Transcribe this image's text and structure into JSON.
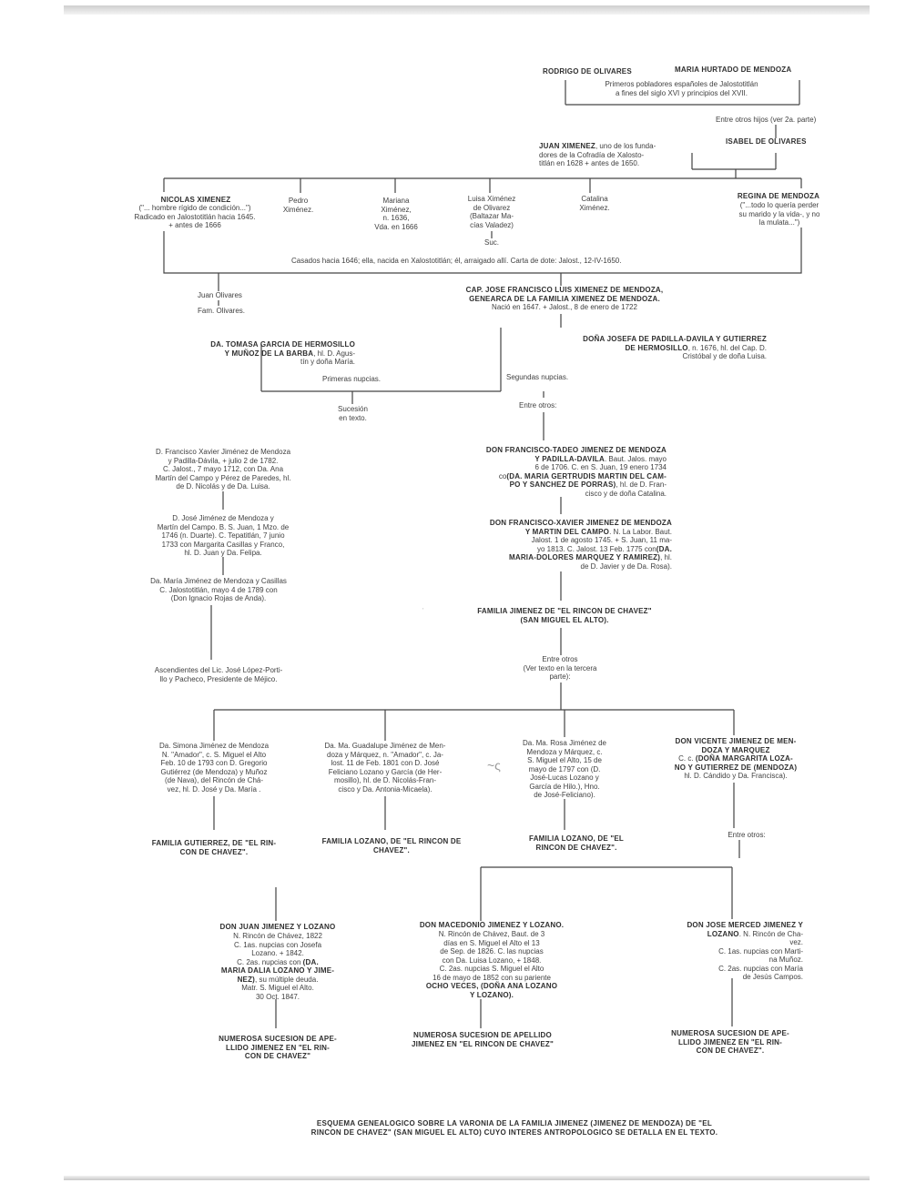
{
  "founders": {
    "rodrigo": "RODRIGO DE OLIVARES",
    "maria": "MARIA HURTADO DE MENDOZA",
    "note": "Primeros pobladores españoles de Jalostotitlán\na fines del siglo XVI y principios del XVII."
  },
  "entre_hijos": "Entre otros hijos (ver 2a. parte)",
  "juan_ximenez": {
    "name": "JUAN XIMENEZ",
    "desc": ", uno de los funda-\ndores de la Cofradía de Xalosto-\ntitlán en 1628 + antes de 1650."
  },
  "isabel": "ISABEL DE OLIVARES",
  "gen2": {
    "nicolas_name": "NICOLAS XIMENEZ",
    "nicolas_desc": "(\"... hombre rígido de condición...\")\nRadicado en Jalostotitlán hacia 1645.\n+ antes de 1666",
    "pedro": "Pedro\nXiménez.",
    "mariana": "Mariana\nXiménez,\nn. 1636,\nVda. en 1666",
    "luisa": "Luisa Ximénez\nde Olivarez\n(Baltazar Ma-\ncías Valadez)",
    "luisa_suc": "Suc.",
    "catalina": "Catalina\nXiménez.",
    "regina_name": "REGINA DE MENDOZA",
    "regina_desc": "(\"...todo lo quería perder\nsu marido y la vida-, y no\nla mulata...\")"
  },
  "casados": "Casados hacia 1646; ella, nacida en Xalostotitlán; él, arraigado allí. Carta de dote: Jalost., 12-IV-1650.",
  "juan_olivares": "Juan Olivares",
  "fam_olivares": "Fam. Olivares.",
  "cap": {
    "name": "CAP. JOSE FRANCISCO LUIS XIMENEZ DE MENDOZA,\nGENEARCA DE LA FAMILIA XIMENEZ DE MENDOZA.",
    "desc": "Nació en 1647. + Jalost., 8 de enero de 1722"
  },
  "tomasa": {
    "name": "DA. TOMASA GARCIA DE HERMOSILLO\nY MUÑOZ DE LA BARBA",
    "desc": ", hl. D. Agus-\ntín y doña María."
  },
  "josefa": {
    "name": "DOÑA JOSEFA DE PADILLA-DAVILA Y GUTIERREZ\nDE HERMOSILLO",
    "desc": ", n. 1676, hl. del Cap. D.\nCristóbal y de doña Luisa."
  },
  "primeras": "Primeras nupcias.",
  "segundas": "Segundas nupcias.",
  "sucesion": "Sucesión\nen texto.",
  "entre_otros_1": "Entre otros:",
  "left_line": {
    "fx": "D. Francisco Xavier Jiménez de Mendoza\ny Padilla-Dávila, + julio 2 de 1782.\nC. Jalost., 7 mayo 1712, con Da. Ana\nMartín del Campo y Pérez de Paredes, hl.\nde D. Nicolás y de Da. Luisa.",
    "jose": "D. José Jiménez de Mendoza y\nMartín del Campo. B. S. Juan, 1 Mzo. de\n1746 (n. Duarte). C. Tepatitlán, 7 junio\n1733 con Margarita Casillas y Franco,\nhl. D. Juan y Da. Felipa.",
    "maria": "Da. María Jiménez de Mendoza y Casillas\nC. Jalostotitlán, mayo 4 de 1789 con\n(Don Ignacio Rojas de Anda).",
    "asc": "Ascendientes del Lic. José López-Porti-\nllo y Pacheco, Presidente de Méjico."
  },
  "right_line": {
    "ft_name": "DON FRANCISCO-TADEO JIMENEZ DE MENDOZA\nY PADILLA-DAVILA",
    "ft_desc": ". Baut. Jalos. mayo\n6 de 1706. C. en S. Juan, 19 enero 1734\nco",
    "ft_spouse": "(DA. MARIA GERTRUDIS MARTIN DEL CAM-\nPO Y SANCHEZ DE PORRAS)",
    "ft_tail": ", hl. de D. Fran-\ncisco y de doña Catalina.",
    "fxm_name": "DON FRANCISCO-XAVIER JIMENEZ DE MENDOZA\nY MARTIN DEL CAMPO",
    "fxm_desc": ". N. La Labor. Baut.\nJalost. 1 de agosto 1745. + S. Juan, 11 ma-\nyo 1813. C. Jalost. 13 Feb. 1775 con",
    "fxm_spouse": "(DA.\nMARIA-DOLORES MARQUEZ Y RAMIREZ)",
    "fxm_tail": ", hl.\nde D. Javier y de Da. Rosa).",
    "familia": "FAMILIA JIMENEZ DE \"EL RINCON DE CHAVEZ\"\n(SAN MIGUEL EL ALTO).",
    "entre_otros": "Entre otros\n(Ver texto en la tercera\nparte):"
  },
  "row4": {
    "simona": "Da. Simona Jiménez de Mendoza\nN. \"Amador\", c. S. Miguel el Alto\nFeb. 10 de 1793 con D. Gregorio\nGutiérrez (de Mendoza) y Muñoz\n(de Nava), del Rincón de Chá-\nvez, hl. D. José y Da. María .",
    "guadalupe": "Da. Ma. Guadalupe Jiménez de Men-\ndoza y Márquez, n. \"Amador\", c. Ja-\nlost. 11 de Feb. 1801 con D. José\nFeliciano Lozano y García (de Her-\nmosillo), hl. de D. Nicolás-Fran-\ncisco y Da. Antonia-Micaela).",
    "rosa": "Da. Ma. Rosa Jiménez de\nMendoza y Márquez, c.\nS. Miguel el Alto, 15 de\nmayo de 1797 con (D.\nJosé-Lucas Lozano y\nGarcía de Hilo.), Hno.\nde José-Feliciano).",
    "vicente_name": "DON VICENTE JIMENEZ DE MEN-\nDOZA Y MARQUEZ",
    "vicente_mid": "C. c.",
    "vicente_spouse": "(DOÑA MARGARITA LOZA-\nNO Y GUTIERREZ DE (MENDOZA)",
    "vicente_tail": "hl. D. Cándido y Da. Francisca).",
    "fam_gutierrez": "FAMILIA GUTIERREZ, DE \"EL RIN-\nCON DE CHAVEZ\".",
    "fam_lozano1": "FAMILIA LOZANO, DE \"EL RINCON DE\nCHAVEZ\".",
    "fam_lozano2": "FAMILIA LOZANO, DE \"EL\nRINCON DE CHAVEZ\".",
    "entre_otros": "Entre otros:"
  },
  "row5": {
    "juan_name": "DON JUAN JIMENEZ Y LOZANO",
    "juan_desc": "N. Rincón de Chávez, 1822\nC. 1as. nupcias con Josefa\nLozano. + 1842.\nC. 2as. nupcias con",
    "juan_spouse": "(DA.\nMARIA DALIA LOZANO Y JIME-\nNEZ)",
    "juan_tail": ", su múltiple deuda.\nMatr. S. Miguel el Alto.\n30 Oct. 1847.",
    "mac_name": "DON MACEDONIO JIMENEZ Y LOZANO.",
    "mac_desc": "N. Rincón de Chávez, Baut. de 3\ndías en S. Miguel el Alto el 13\nde Sep. de 1826. C. las nupcias\ncon Da. Luisa Lozano, + 1848.\nC. 2as. nupcias S. Miguel el Alto\n16 de mayo de 1852 con su pariente",
    "mac_spouse": "OCHO VECES, (DOÑA ANA LOZANO\nY LOZANO).",
    "jm_name": "DON JOSE MERCED JIMENEZ Y\nLOZANO",
    "jm_desc": ". N. Rincón de Cha-\nvez.\nC. 1as. nupcias con Marti-\nna Muñoz.\nC. 2as. nupcias con María\nde Jesús Campos.",
    "suc1": "NUMEROSA SUCESION DE APE-\nLLIDO JIMENEZ EN \"EL RIN-\nCON DE CHAVEZ\"",
    "suc2": "NUMEROSA SUCESION DE APELLIDO\nJIMENEZ EN \"EL RINCON DE CHAVEZ\"",
    "suc3": "NUMEROSA SUCESION DE APE-\nLLIDO JIMENEZ EN \"EL RIN-\nCON DE CHAVEZ\"."
  },
  "caption": "ESQUEMA GENEALOGICO SOBRE LA VARONIA DE LA FAMILIA JIMENEZ (JIMENEZ DE MENDOZA) DE \"EL\nRINCON DE CHAVEZ\" (SAN MIGUEL EL ALTO) CUYO INTERES ANTROPOLOGICO SE DETALLA EN EL TEXTO."
}
